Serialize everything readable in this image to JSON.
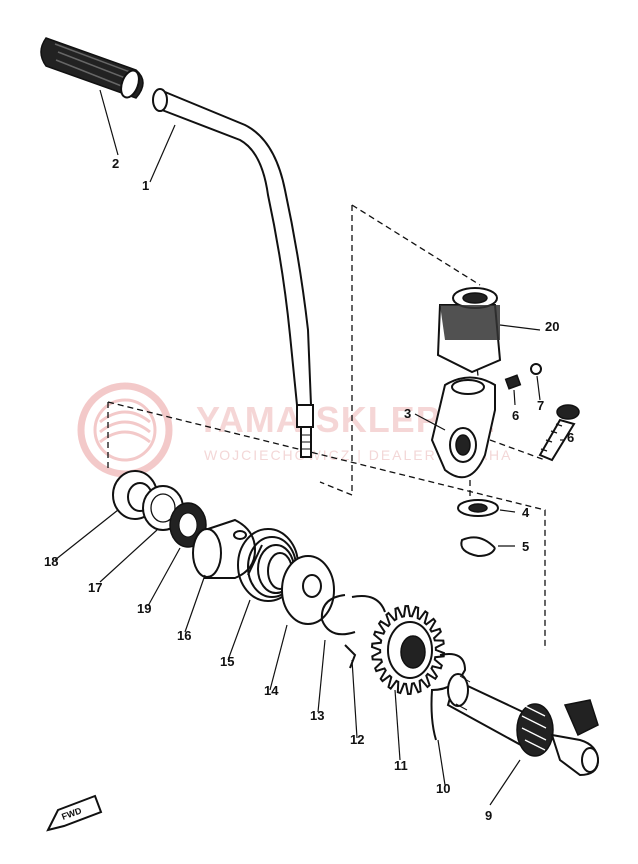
{
  "watermark": {
    "brand": "YAMA-SKLEP.PL",
    "subtitle": "WOJCIECHOWICZ | DEALER YAMAHA",
    "color": "#e8a0a0"
  },
  "fwd_label": "FWD",
  "parts": [
    {
      "id": "p1",
      "label": "1"
    },
    {
      "id": "p2",
      "label": "2"
    },
    {
      "id": "p3",
      "label": "3"
    },
    {
      "id": "p4",
      "label": "4"
    },
    {
      "id": "p5",
      "label": "5"
    },
    {
      "id": "p6a",
      "label": "6"
    },
    {
      "id": "p6b",
      "label": "6"
    },
    {
      "id": "p7",
      "label": "7"
    },
    {
      "id": "p9",
      "label": "9"
    },
    {
      "id": "p10",
      "label": "10"
    },
    {
      "id": "p11",
      "label": "11"
    },
    {
      "id": "p12",
      "label": "12"
    },
    {
      "id": "p13",
      "label": "13"
    },
    {
      "id": "p14",
      "label": "14"
    },
    {
      "id": "p15",
      "label": "15"
    },
    {
      "id": "p16",
      "label": "16"
    },
    {
      "id": "p17",
      "label": "17"
    },
    {
      "id": "p18",
      "label": "18"
    },
    {
      "id": "p19",
      "label": "19"
    },
    {
      "id": "p20",
      "label": "20"
    }
  ]
}
